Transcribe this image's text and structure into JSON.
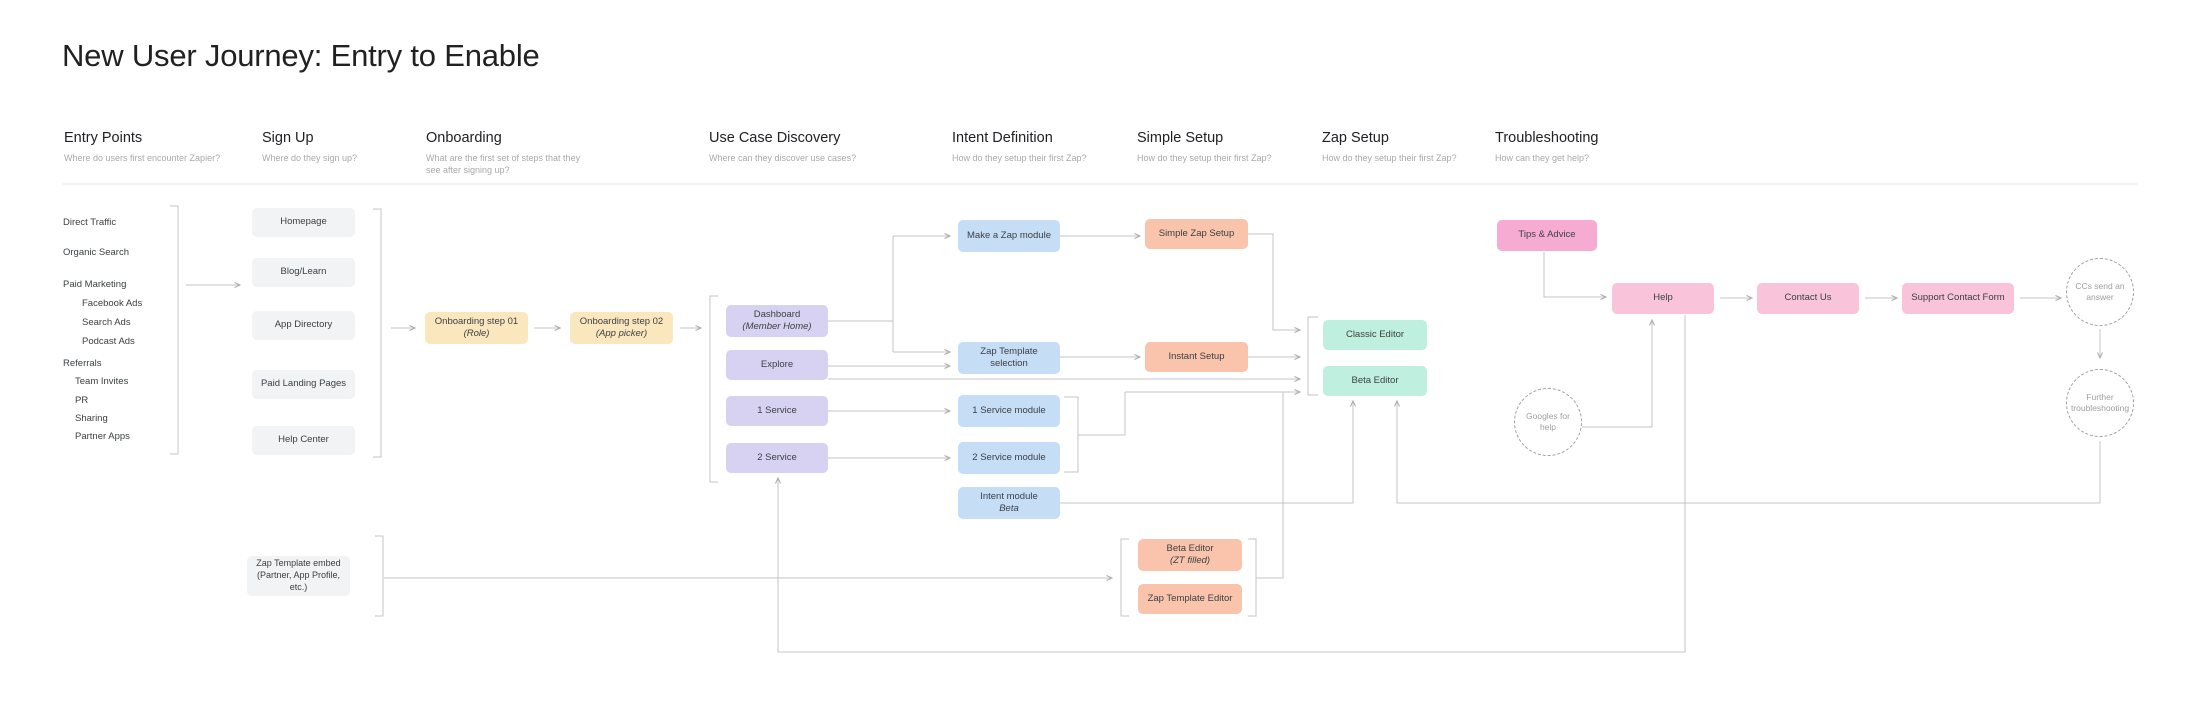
{
  "title": "New User Journey: Entry to Enable",
  "columns": [
    {
      "label": "Entry Points",
      "question": "Where do users first encounter Zapier?"
    },
    {
      "label": "Sign Up",
      "question": "Where do they sign up?"
    },
    {
      "label": "Onboarding",
      "question": "What are the first set of steps that they see after signing up?"
    },
    {
      "label": "Use Case Discovery",
      "question": "Where can they discover use cases?"
    },
    {
      "label": "Intent Definition",
      "question": "How do they setup their first Zap?"
    },
    {
      "label": "Simple Setup",
      "question": "How do they setup their first Zap?"
    },
    {
      "label": "Zap Setup",
      "question": "How do they setup their first Zap?"
    },
    {
      "label": "Troubleshooting",
      "question": "How can they get help?"
    }
  ],
  "entry_points": {
    "items": [
      {
        "label": "Direct Traffic"
      },
      {
        "label": "Organic Search"
      },
      {
        "label": "Paid Marketing"
      },
      {
        "label": "Facebook Ads"
      },
      {
        "label": "Search Ads"
      },
      {
        "label": "Podcast Ads"
      },
      {
        "label": "Referrals"
      },
      {
        "label": "Team Invites"
      },
      {
        "label": "PR"
      },
      {
        "label": "Sharing"
      },
      {
        "label": "Partner Apps"
      }
    ]
  },
  "sign_up": {
    "boxes": [
      "Homepage",
      "Blog/Learn",
      "App Directory",
      "Paid Landing Pages",
      "Help Center"
    ],
    "embed": "Zap Template embed (Partner, App Profile, etc.)"
  },
  "onboarding": {
    "steps": [
      {
        "label": "Onboarding step 01",
        "sub": "(Role)"
      },
      {
        "label": "Onboarding step 02",
        "sub": "(App picker)"
      }
    ]
  },
  "use_case_discovery": {
    "boxes": [
      {
        "label": "Dashboard",
        "sub": "(Member Home)"
      },
      {
        "label": "Explore",
        "sub": ""
      },
      {
        "label": "1 Service",
        "sub": ""
      },
      {
        "label": "2 Service",
        "sub": ""
      }
    ]
  },
  "intent_definition": {
    "boxes": [
      {
        "label": "Make a Zap module",
        "sub": ""
      },
      {
        "label": "Zap Template selection",
        "sub": ""
      },
      {
        "label": "1 Service module",
        "sub": ""
      },
      {
        "label": "2 Service module",
        "sub": ""
      },
      {
        "label": "Intent module",
        "sub": "Beta"
      }
    ]
  },
  "simple_setup": {
    "boxes": [
      "Simple Zap Setup",
      "Instant Setup"
    ],
    "editor_boxes": [
      {
        "label": "Beta Editor",
        "sub": "(ZT filled)"
      },
      {
        "label": "Zap Template Editor",
        "sub": ""
      }
    ]
  },
  "zap_setup": {
    "boxes": [
      "Classic Editor",
      "Beta Editor"
    ]
  },
  "troubleshooting": {
    "tips": "Tips & Advice",
    "flow": [
      "Help",
      "Contact Us",
      "Support Contact Form"
    ],
    "circles": [
      "Googles for help",
      "CCs send an answer",
      "Further troubleshooting"
    ]
  },
  "colors": {
    "gray": "#F1F3F4",
    "yellow": "#FBE7BE",
    "purple": "#D7D2F1",
    "blue": "#C6DDF6",
    "salmon": "#F9C4AB",
    "teal": "#BFEFDE",
    "pink": "#F6ACD2",
    "pink_light": "#F9C3D9",
    "line": "#C4C4C4"
  }
}
